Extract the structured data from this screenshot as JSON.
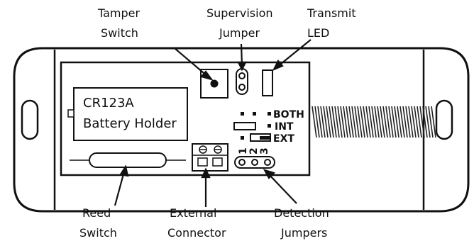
{
  "callouts": {
    "tamper_switch": {
      "line1": "Tamper",
      "line2": "Switch"
    },
    "supervision_jumper": {
      "line1": "Supervision",
      "line2": "Jumper"
    },
    "transmit_led": {
      "line1": "Transmit",
      "line2": "LED"
    },
    "reed_switch": {
      "line1": "Reed",
      "line2": "Switch"
    },
    "external_connector": {
      "line1": "External",
      "line2": "Connector"
    },
    "detection_jumpers": {
      "line1": "Detection",
      "line2": "Jumpers"
    }
  },
  "battery_holder": {
    "line1": "CR123A",
    "line2": "Battery Holder"
  },
  "jumper_modes": {
    "both": "BOTH",
    "int": "INT",
    "ext": "EXT"
  },
  "jumper_numbers": [
    "1",
    "2",
    "3"
  ]
}
